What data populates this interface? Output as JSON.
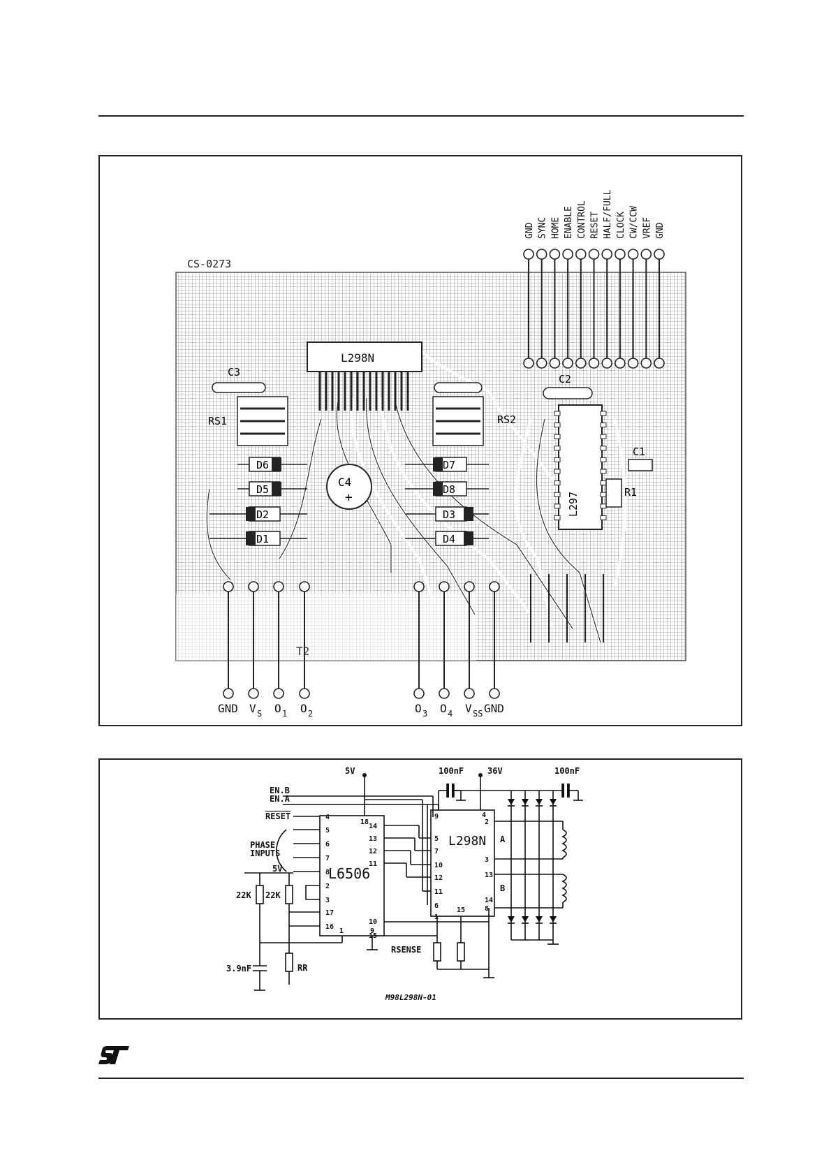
{
  "pcb": {
    "board_id": "CS-0273",
    "ic_main": "L298N",
    "ic_ctrl": "L297",
    "caps": [
      "C3",
      "C2",
      "C1",
      "C4"
    ],
    "resistors": [
      "RS1",
      "RS2",
      "R1"
    ],
    "diodes_left": [
      "D6",
      "D5",
      "D2",
      "D1"
    ],
    "diodes_right": [
      "D7",
      "D8",
      "D3",
      "D4"
    ],
    "cap_polarity": "+",
    "bottom_text": "T2",
    "top_pins": [
      "GND",
      "SYNC",
      "HOME",
      "ENABLE",
      "CONTROL",
      "RESET",
      "HALF/FULL",
      "CLOCK",
      "CW/CCW",
      "VREF",
      "GND"
    ],
    "bottom_left_pins": [
      "GND",
      "V",
      "O",
      "O"
    ],
    "bottom_left_subs": [
      "",
      "S",
      "1",
      "2"
    ],
    "bottom_right_pins": [
      "O",
      "O",
      "V",
      "GND"
    ],
    "bottom_right_subs": [
      "3",
      "4",
      "SS",
      ""
    ]
  },
  "schematic": {
    "supply_5v": "5V",
    "supply_36v": "36V",
    "cap1": "100nF",
    "cap2": "100nF",
    "en_b": "EN.B",
    "en_a": "EN.A",
    "reset": "RESET",
    "phase_inputs_line1": "PHASE",
    "phase_inputs_line2": "INPUTS",
    "supply_5v_2": "5V",
    "r1": "22K",
    "r2": "22K",
    "cap3": "3.9nF",
    "rr": "RR",
    "rsense": "RSENSE",
    "ic_left": "L6506",
    "ic_right": "L298N",
    "left_pins_left": [
      "4",
      "5",
      "6",
      "7",
      "8",
      "2",
      "3",
      "17",
      "16"
    ],
    "left_pins_top": "18",
    "left_pins_right": [
      "14",
      "13",
      "12",
      "11",
      "10",
      "15"
    ],
    "left_pins_bottom": [
      "1",
      "9"
    ],
    "right_pins_left": [
      "9",
      "5",
      "7",
      "10",
      "12",
      "11",
      "6",
      "1"
    ],
    "right_pins_top": "4",
    "right_pins_right": [
      "2",
      "3",
      "13",
      "14",
      "8"
    ],
    "right_pins_bottom": "15",
    "winding_a": "A",
    "winding_b": "B",
    "figure_code": "M98L298N-01"
  },
  "brand": {
    "logo": "ST"
  }
}
